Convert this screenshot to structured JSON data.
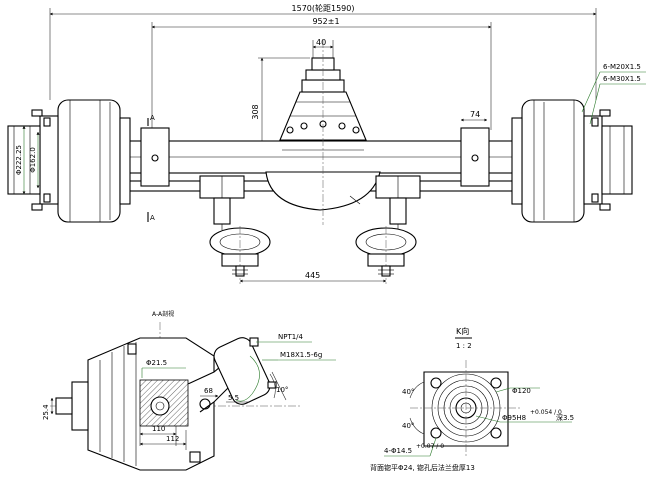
{
  "top_view": {
    "overall_width": "1570(轮距1590)",
    "center_width": "952±1",
    "flange_width": "40",
    "diff_height": "308",
    "bracket_width": "74",
    "chamber_spacing": "445",
    "hub_diameter_large": "Φ222.25",
    "hub_diameter_small": "Φ162.0",
    "thread_1": "6-M20X1.5",
    "thread_2": "6-M30X1.5",
    "section_mark": "A"
  },
  "section_view": {
    "title": "A-A剖视",
    "pipe_thread": "NPT1/4",
    "bolt_thread": "M18X1.5-6g",
    "bore_diameter": "Φ21.5",
    "angle": "10°",
    "dim_68": "68",
    "dim_55": "5.5",
    "dim_110": "110",
    "dim_112": "112",
    "dim_254": "25.4"
  },
  "k_view": {
    "title": "K向",
    "scale": "1 : 2",
    "angle_top": "40°",
    "angle_bottom": "40°",
    "outer_diameter": "Φ120",
    "pilot_diameter": "Φ95H8",
    "pilot_tol": "+0.054 / 0",
    "pilot_depth": "深3.5",
    "holes": "4-Φ14.5",
    "holes_tol": "+0.07 / 0",
    "note": "背面锪平Φ24, 锪孔后法兰盘厚13"
  }
}
